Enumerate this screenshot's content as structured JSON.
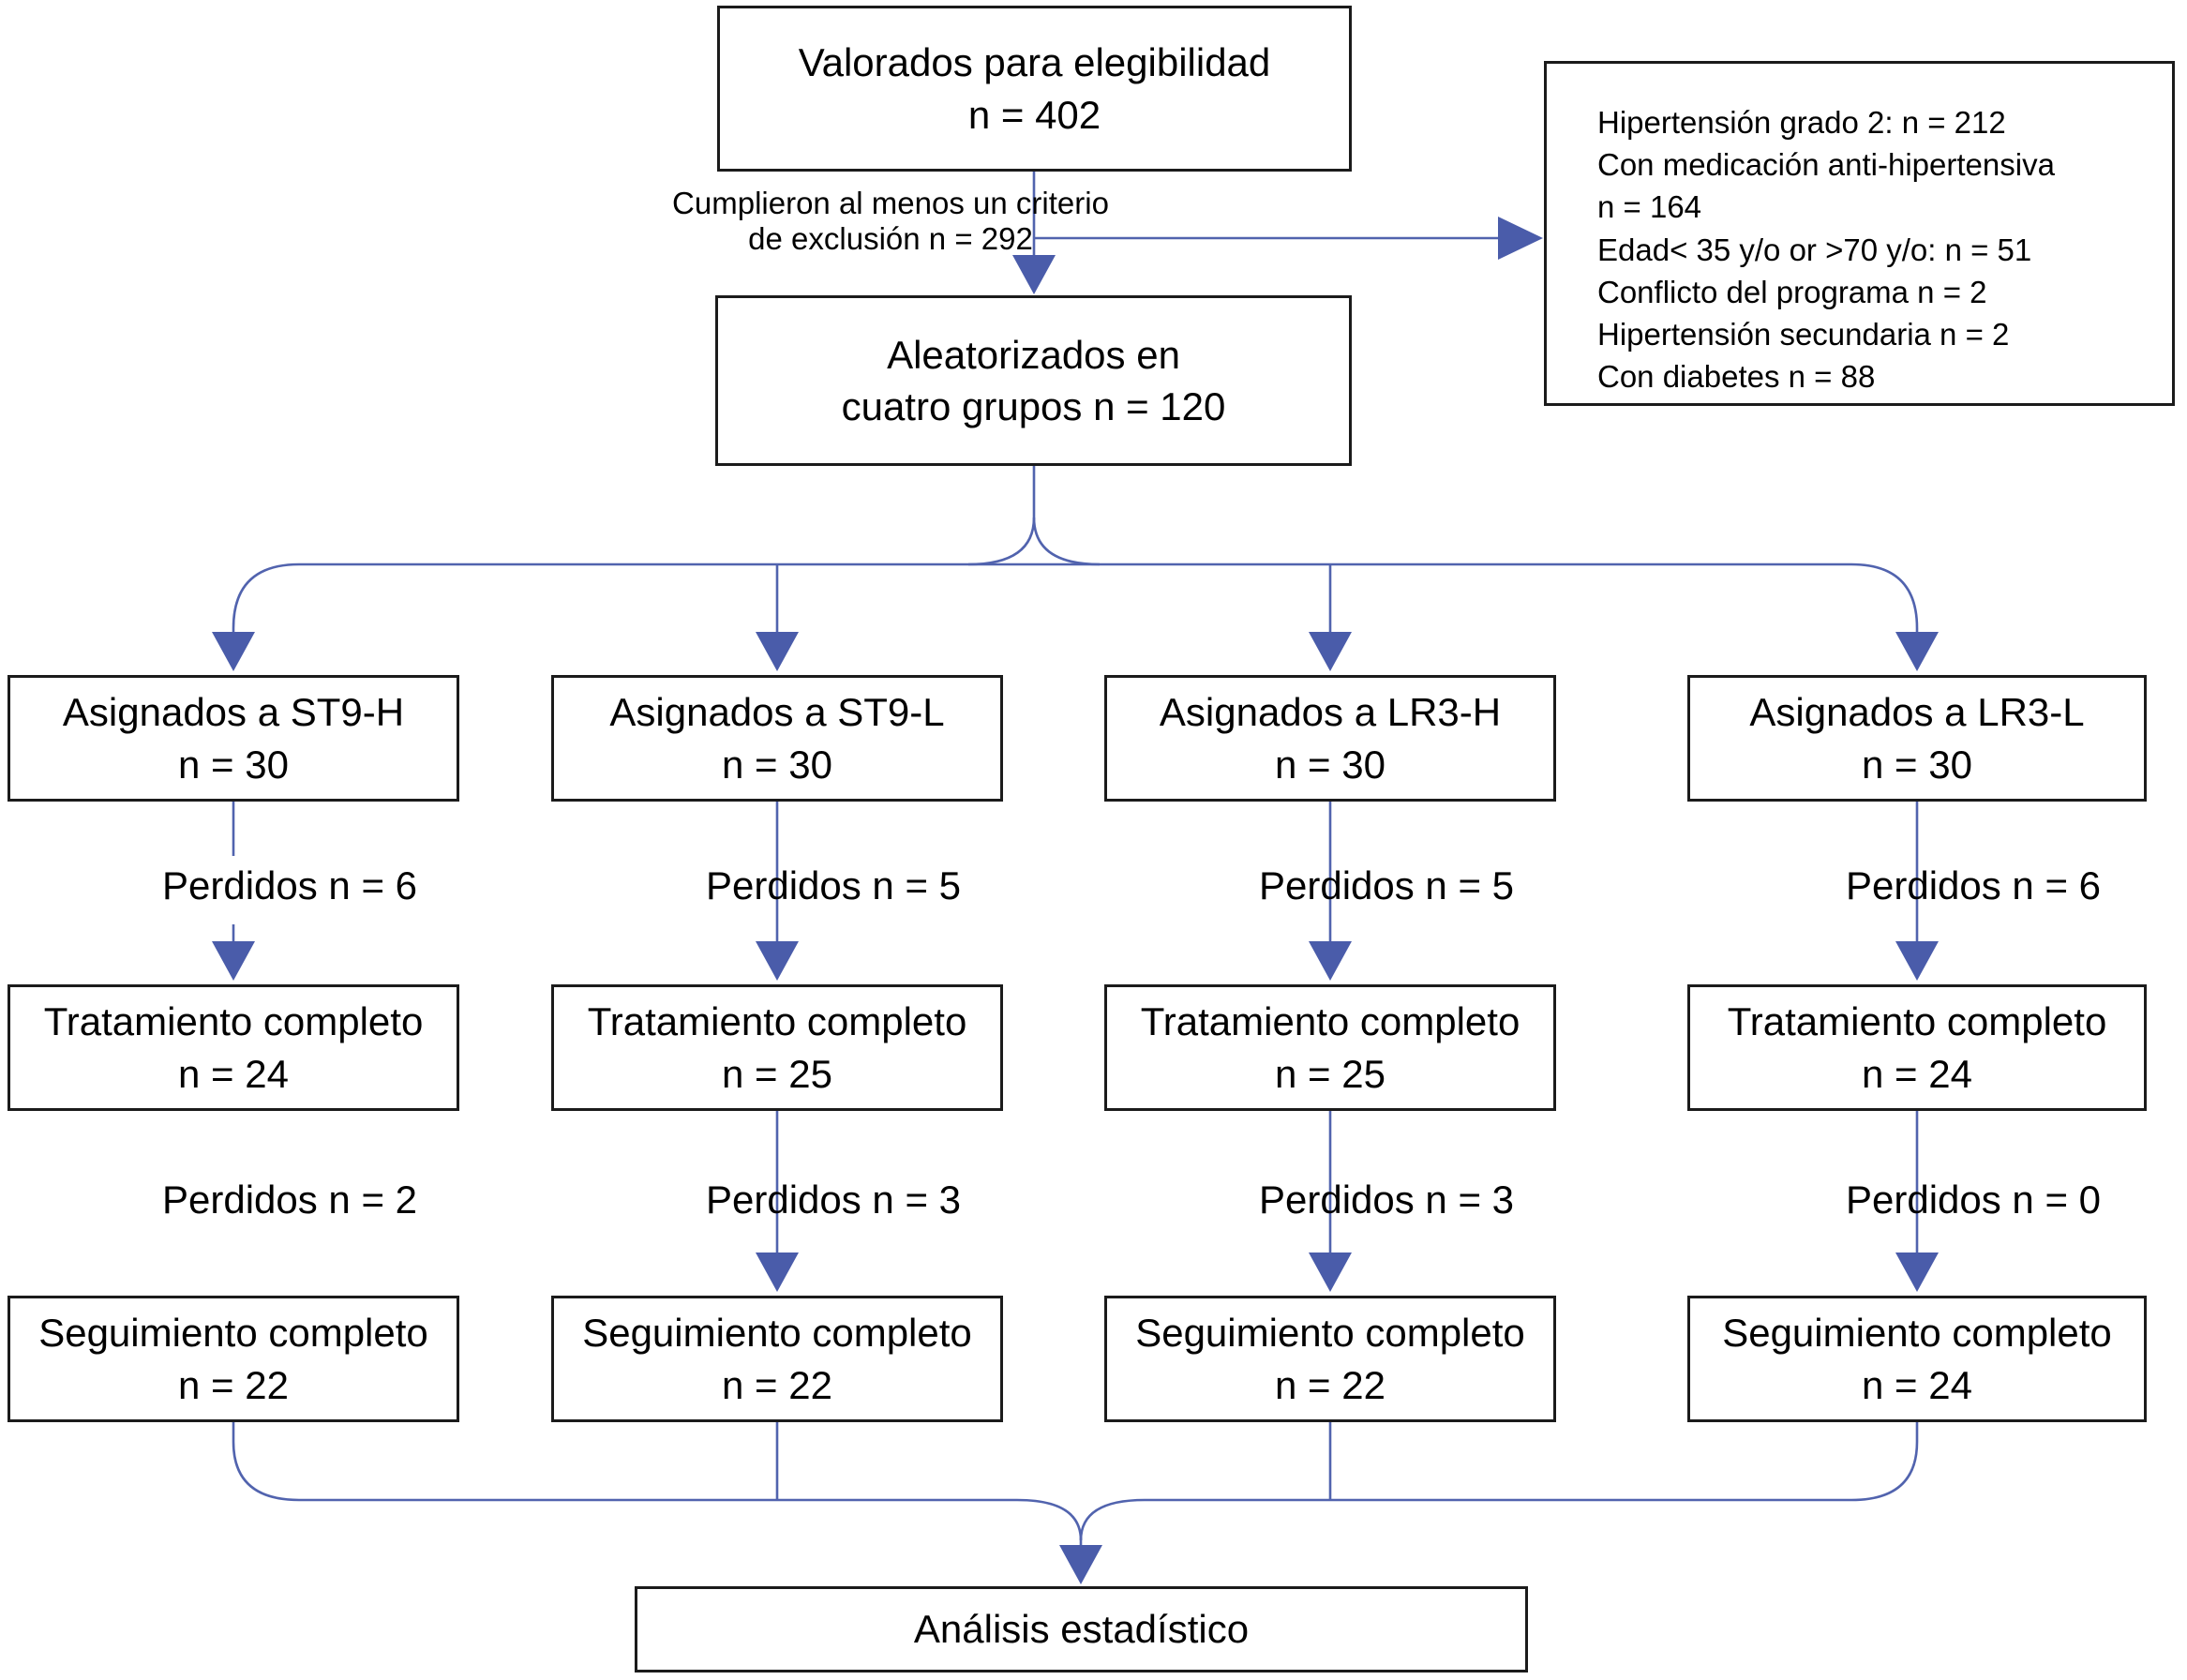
{
  "diagram": {
    "colors": {
      "line": "#5163ae",
      "arrowhead": "#4a5caa",
      "box_border": "#1b1b1b",
      "background": "#ffffff",
      "text": "#000000"
    },
    "eligibility_box": {
      "line1": "Valorados para elegibilidad",
      "line2": "n = 402"
    },
    "exclusion_label": {
      "line1": "Cumplieron al menos un",
      "line2": "criterio de exclusión",
      "line3": "n = 292"
    },
    "exclusion_box": {
      "lines": [
        "Hipertensión grado 2: n = 212",
        "Con medicación anti-hipertensiva",
        "n = 164",
        "Edad< 35 y/o or >70 y/o: n = 51",
        "Conflicto del programa n = 2",
        "Hipertensión secundaria n = 2",
        "Con diabetes n = 88"
      ]
    },
    "randomized_box": {
      "line1": "Aleatorizados en",
      "line2": "cuatro grupos n = 120"
    },
    "columns": [
      {
        "assigned_line1": "Asignados a ST9-H",
        "assigned_line2": "n = 30",
        "lost_after_assignment": "Perdidos n = 6",
        "treatment_line1": "Tratamiento completo",
        "treatment_line2": "n = 24",
        "lost_after_treatment": "Perdidos n = 2",
        "followup_line1": "Seguimiento completo",
        "followup_line2": "n = 22"
      },
      {
        "assigned_line1": "Asignados a ST9-L",
        "assigned_line2": "n = 30",
        "lost_after_assignment": "Perdidos n = 5",
        "treatment_line1": "Tratamiento completo",
        "treatment_line2": "n = 25",
        "lost_after_treatment": "Perdidos n = 3",
        "followup_line1": "Seguimiento completo",
        "followup_line2": "n = 22"
      },
      {
        "assigned_line1": "Asignados a LR3-H",
        "assigned_line2": "n = 30",
        "lost_after_assignment": "Perdidos n = 5",
        "treatment_line1": "Tratamiento completo",
        "treatment_line2": "n = 25",
        "lost_after_treatment": "Perdidos n = 3",
        "followup_line1": "Seguimiento completo",
        "followup_line2": "n = 22"
      },
      {
        "assigned_line1": "Asignados a LR3-L",
        "assigned_line2": "n = 30",
        "lost_after_assignment": "Perdidos n = 6",
        "treatment_line1": "Tratamiento completo",
        "treatment_line2": "n = 24",
        "lost_after_treatment": "Perdidos n = 0",
        "followup_line1": "Seguimiento completo",
        "followup_line2": "n = 24"
      }
    ],
    "analysis_box": {
      "label": "Análisis estadístico"
    }
  }
}
